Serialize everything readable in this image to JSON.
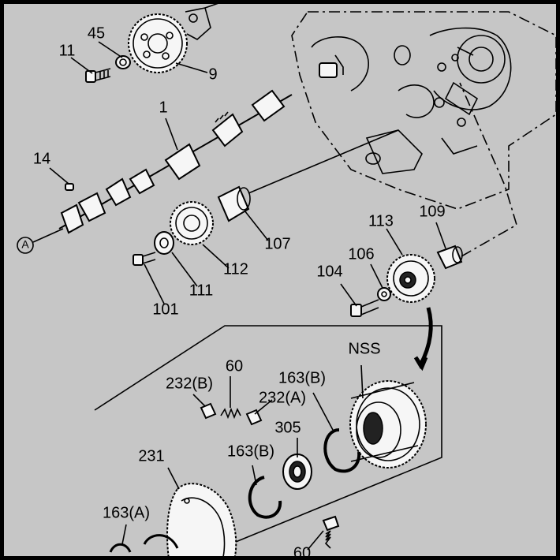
{
  "callouts": {
    "c1": "1",
    "c9": "9",
    "c11": "11",
    "c14": "14",
    "c45": "45",
    "c60a": "60",
    "c60b": "60",
    "c101": "101",
    "c104": "104",
    "c106": "106",
    "c107": "107",
    "c109": "109",
    "c111": "111",
    "c112": "112",
    "c113": "113",
    "c163a": "163(A)",
    "c163b1": "163(B)",
    "c163b2": "163(B)",
    "c231": "231",
    "c232a": "232(A)",
    "c232b": "232(B)",
    "c305": "305",
    "nss": "NSS",
    "refA": "A"
  },
  "colors": {
    "background": "#c6c6c6",
    "frame": "#000000",
    "line": "#000000"
  }
}
